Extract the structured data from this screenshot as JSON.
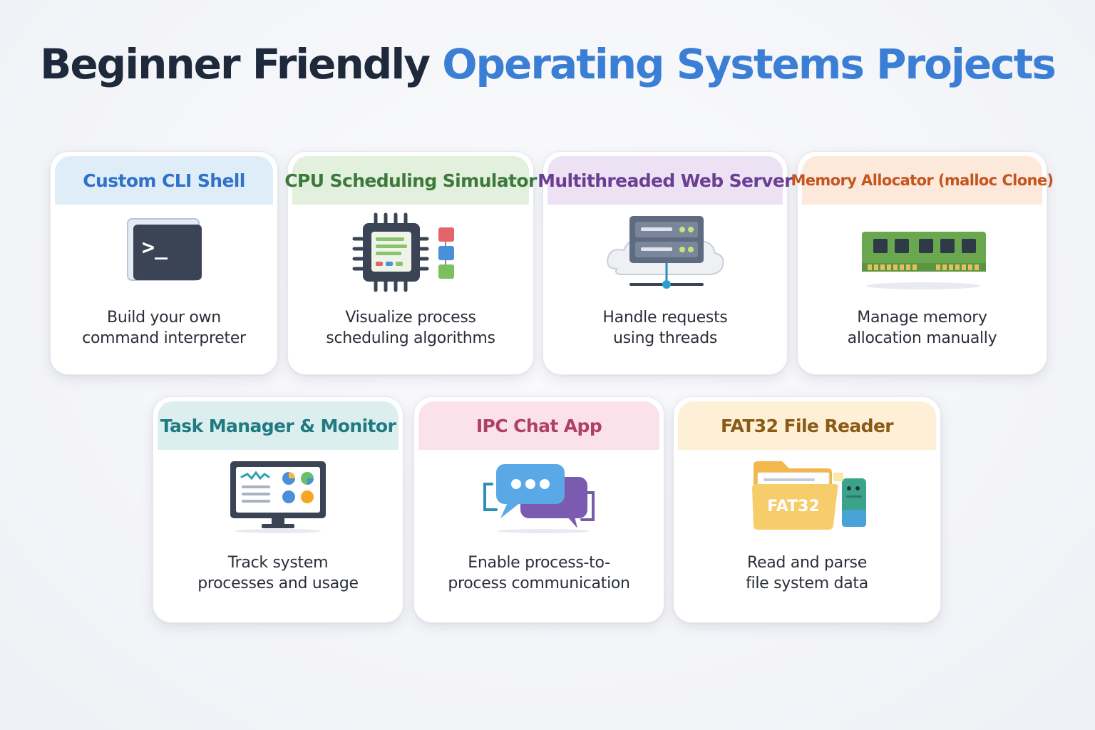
{
  "title": {
    "part1": "Beginner Friendly ",
    "part2": "Operating Systems Projects"
  },
  "colors": {
    "title_dark": "#1e2a3b",
    "title_accent": "#3a7fd5"
  },
  "projects": [
    {
      "name": "Custom CLI Shell",
      "icon": "terminal-icon",
      "desc1": "Build your own",
      "desc2": "command interpreter",
      "terminal_prompt": ">_"
    },
    {
      "name": "CPU Scheduling Simulator",
      "icon": "cpu-chip-icon",
      "desc1": "Visualize process",
      "desc2": "scheduling algorithms"
    },
    {
      "name": "Multithreaded Web Server",
      "icon": "server-icon",
      "desc1": "Handle requests",
      "desc2": "using threads"
    },
    {
      "name": "Memory Allocator (malloc Clone)",
      "icon": "ram-module-icon",
      "desc1": "Manage memory",
      "desc2": "allocation manually"
    },
    {
      "name": "Task Manager & Monitor",
      "icon": "monitor-dashboard-icon",
      "desc1": "Track system",
      "desc2": "processes and usage"
    },
    {
      "name": "IPC Chat App",
      "icon": "chat-bubbles-icon",
      "desc1": "Enable process-to-",
      "desc2": "process communication"
    },
    {
      "name": "FAT32 File Reader",
      "icon": "fat32-folder-icon",
      "desc1": "Read and parse",
      "desc2": "file system data",
      "folder_label": "FAT32"
    }
  ]
}
